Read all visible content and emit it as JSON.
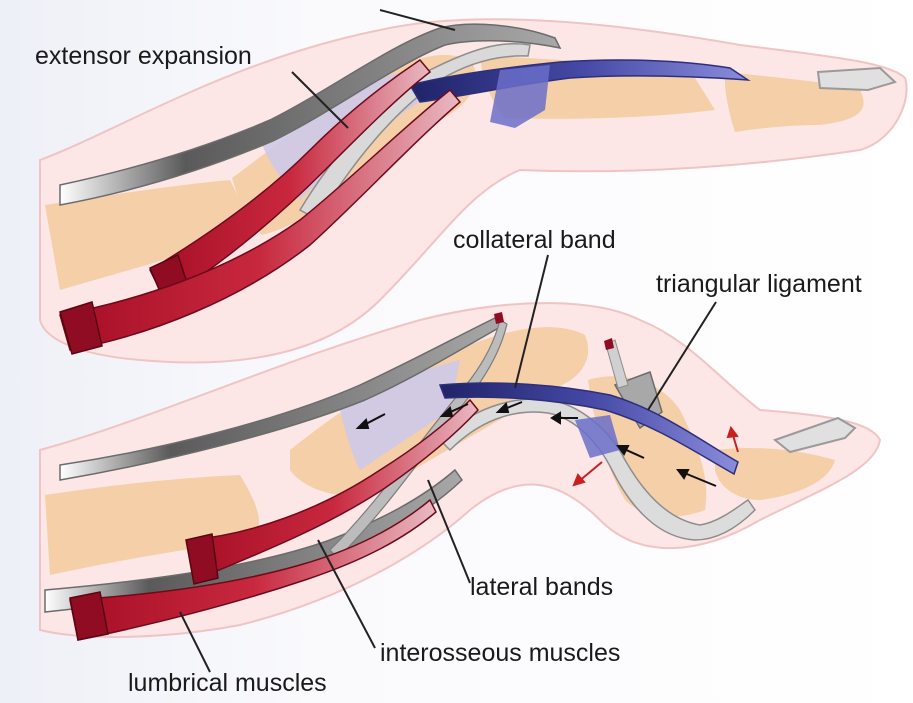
{
  "labels": {
    "extensor_expansion": "extensor expansion",
    "collateral_band": "collateral band",
    "triangular_ligament": "triangular ligament",
    "lateral_bands": "lateral bands",
    "interosseous_muscles": "interosseous muscles",
    "lumbrical_muscles": "lumbrical muscles"
  },
  "panels": [
    {
      "name": "finger-extended",
      "state": "extended"
    },
    {
      "name": "finger-flexed",
      "state": "flexed"
    }
  ],
  "colors": {
    "skin": "#fbe3e3",
    "skin_outline": "#f2c2c2",
    "bone": "#f4cfa8",
    "tendon_gray": "#9a9a9a",
    "tendon_light": "#d9d9d9",
    "muscle_red": "#b1122b",
    "band_blue": "#5558b8",
    "expansion_lavender": "#c9c6ea",
    "arrow_black": "#111111",
    "arrow_red": "#c8201f"
  }
}
